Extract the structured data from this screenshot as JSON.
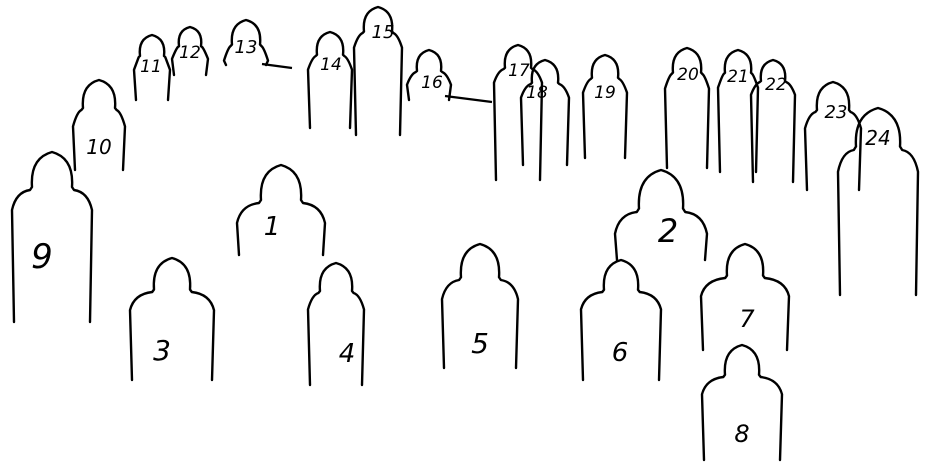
{
  "figures": [
    {
      "label": "1"
    },
    {
      "label": "2"
    },
    {
      "label": "3"
    },
    {
      "label": "4"
    },
    {
      "label": "5"
    },
    {
      "label": "6"
    },
    {
      "label": "7"
    },
    {
      "label": "8"
    },
    {
      "label": "9"
    },
    {
      "label": "10"
    },
    {
      "label": "11"
    },
    {
      "label": "12"
    },
    {
      "label": "13"
    },
    {
      "label": "14"
    },
    {
      "label": "15"
    },
    {
      "label": "16"
    },
    {
      "label": "17"
    },
    {
      "label": "18"
    },
    {
      "label": "19"
    },
    {
      "label": "20"
    },
    {
      "label": "21"
    },
    {
      "label": "22"
    },
    {
      "label": "23"
    },
    {
      "label": "24"
    }
  ],
  "colors": {
    "stroke": "#000000",
    "background": "#ffffff"
  }
}
